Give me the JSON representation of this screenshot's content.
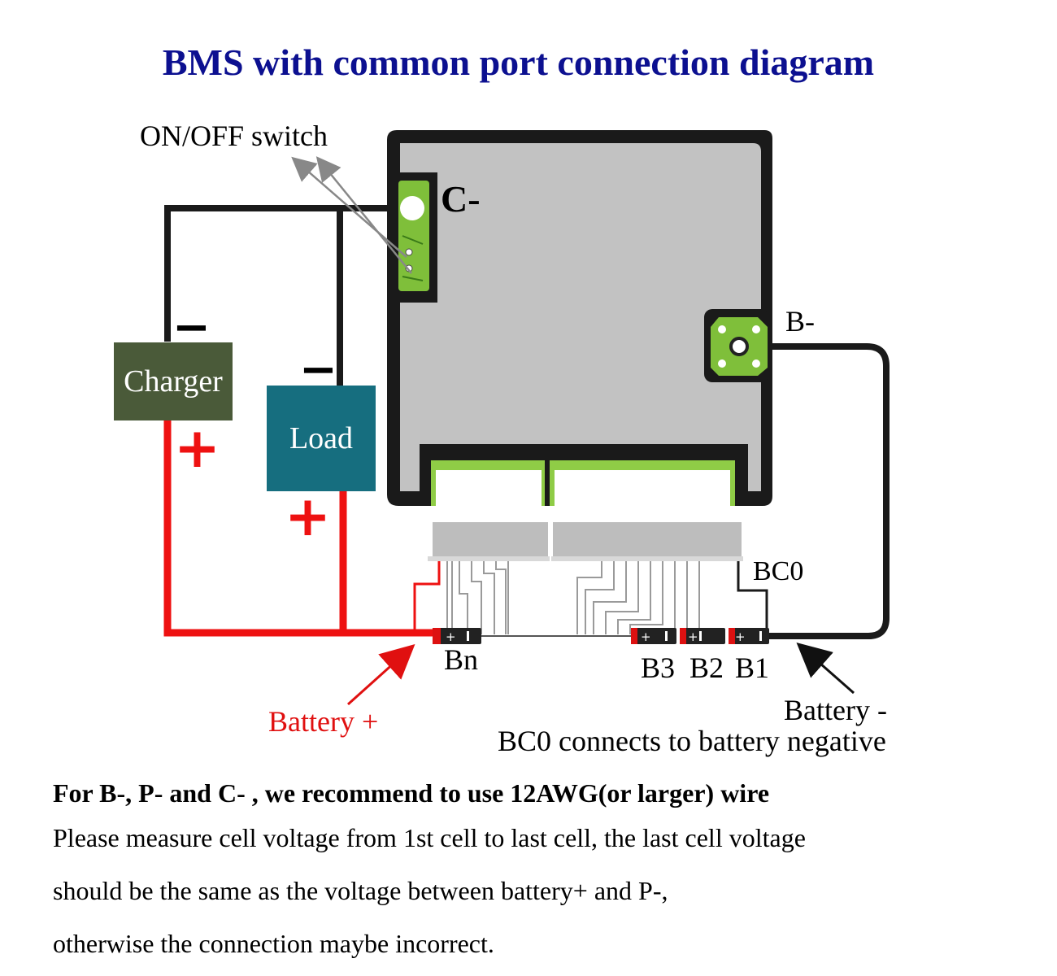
{
  "title": "BMS with common port connection diagram",
  "labels": {
    "switch": "ON/OFF switch",
    "c_minus": "C-",
    "b_minus": "B-",
    "bc0": "BC0",
    "battery_plus": "Battery +",
    "battery_minus": "Battery -",
    "bc0_note": "BC0 connects to battery negative",
    "cells": [
      "Bn",
      "B3",
      "B2",
      "B1"
    ],
    "minus_sign": "−",
    "plus_sign": "+"
  },
  "boxes": {
    "charger": "Charger",
    "load": "Load"
  },
  "notes": {
    "bold": "For B-, P- and C- , we recommend to use 12AWG(or larger) wire",
    "lines": [
      "Please measure cell voltage from 1st cell to last cell,  the  last cell voltage",
      "should be the same as the voltage between battery+ and P-,",
      "otherwise the connection maybe incorrect."
    ]
  },
  "colors": {
    "title": "#0c1090",
    "wire_positive": "#ee1111",
    "wire_negative": "#1a1a1a",
    "charger_box": "#4a5a39",
    "load_box": "#166e7f",
    "board": "#c2c2c2",
    "pcb_green": "#7fbf3a",
    "battery_plus_text": "#e01010"
  }
}
